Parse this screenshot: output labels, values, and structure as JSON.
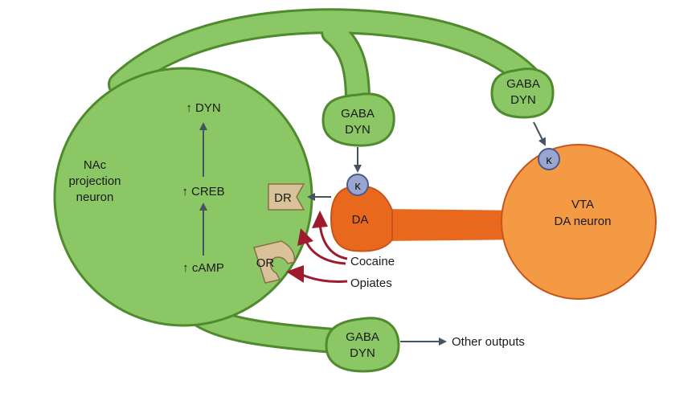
{
  "colors": {
    "green_fill": "#8cc765",
    "green_stroke": "#4f8a2e",
    "orange_vta": "#f49a45",
    "orange_da": "#e8681e",
    "orange_stroke": "#c9541a",
    "receptor_tan": "#d9c29a",
    "kappa_fill": "#9aa6cf",
    "cocaine_red": "#9e1b2e",
    "arrow_gray": "#455460"
  },
  "nac": {
    "label_line1": "NAc",
    "label_line2": "projection",
    "label_line3": "neuron",
    "cascade_top": "↑ DYN",
    "cascade_mid": "↑ CREB",
    "cascade_bottom": "↑ cAMP"
  },
  "receptors": {
    "dr": "DR",
    "or": "OR",
    "kappa_symbol": "κ"
  },
  "terminals": {
    "left": {
      "line1": "GABA",
      "line2": "DYN"
    },
    "right": {
      "line1": "GABA",
      "line2": "DYN"
    },
    "bottom": {
      "line1": "GABA",
      "line2": "DYN"
    }
  },
  "da_terminal": "DA",
  "vta": {
    "line1": "VTA",
    "line2": "DA neuron"
  },
  "drugs": {
    "cocaine": "Cocaine",
    "opiates": "Opiates"
  },
  "other_outputs": "Other outputs"
}
